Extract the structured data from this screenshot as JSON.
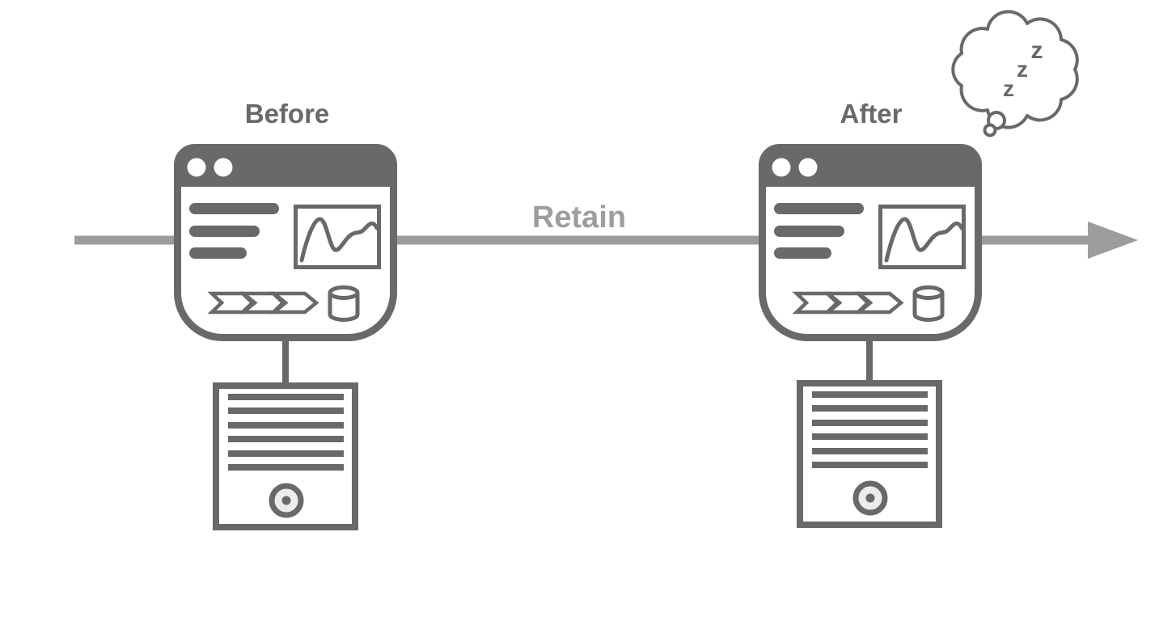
{
  "diagram": {
    "before_label": "Before",
    "after_label": "After",
    "flow_label": "Retain",
    "sleep_bubble": {
      "z1": "z",
      "z2": "z",
      "z3": "z"
    }
  },
  "colors": {
    "dark": "#696969",
    "mid": "#9e9e9e",
    "arrow": "#9c9c9c",
    "seal_inner": "#ececec"
  }
}
